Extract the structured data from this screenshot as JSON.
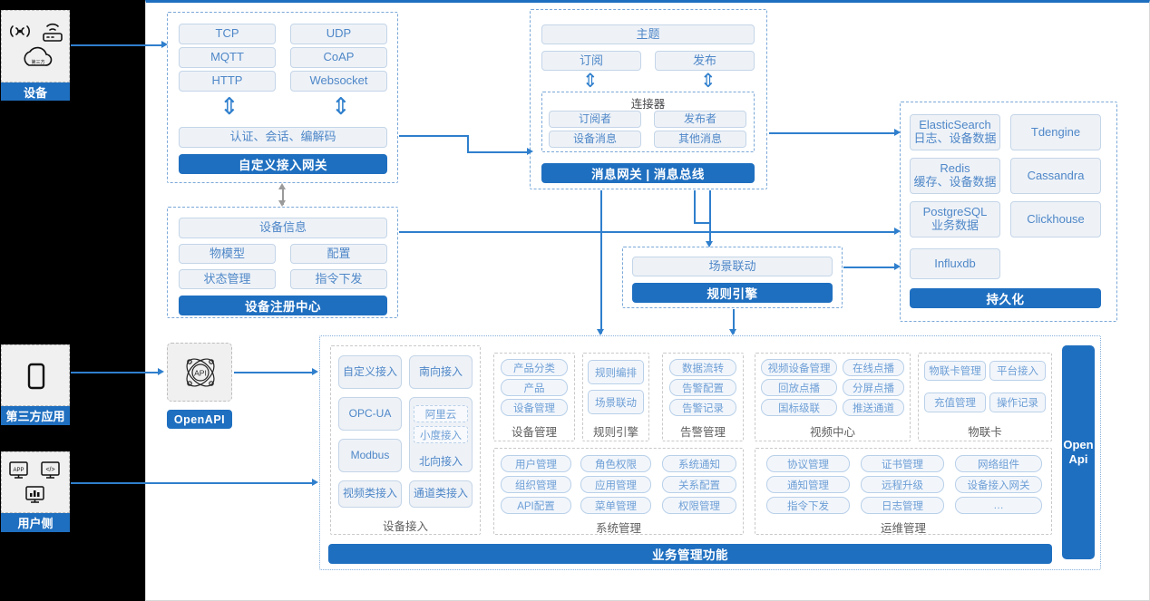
{
  "theme": {
    "accent": "#1f6fc0",
    "line": "#2f7fcd",
    "box_fill": "#eef2f7",
    "box_border": "#c4d5e8",
    "rail_bg": "#000000"
  },
  "rail": {
    "items": [
      {
        "label": "设备",
        "icons": [
          "wifi-signal-icon",
          "router-icon",
          "cloud-icon"
        ]
      },
      {
        "label": "第三方应用",
        "icons": [
          "mobile-phone-icon"
        ]
      },
      {
        "label": "用户侧",
        "icons": [
          "app-window-icon",
          "code-window-icon",
          "dashboard-window-icon"
        ]
      }
    ]
  },
  "gateway": {
    "protocols": [
      "TCP",
      "UDP",
      "MQTT",
      "CoAP",
      "HTTP",
      "Websocket"
    ],
    "middle": "认证、会话、编解码",
    "title": "自定义接入网关"
  },
  "message_bus": {
    "topic": "主题",
    "pubsub": [
      "订阅",
      "发布"
    ],
    "connector_title": "连接器",
    "connector_items": [
      "订阅者",
      "发布者",
      "设备消息",
      "其他消息"
    ],
    "title": "消息网关 | 消息总线"
  },
  "device_registry": {
    "info": "设备信息",
    "items": [
      "物模型",
      "配置",
      "状态管理",
      "指令下发"
    ],
    "title": "设备注册中心"
  },
  "rule_engine": {
    "item": "场景联动",
    "title": "规则引擎"
  },
  "persistence": {
    "stores": [
      {
        "name": "ElasticSearch",
        "sub": "日志、设备数据"
      },
      {
        "name": "Tdengine",
        "sub": ""
      },
      {
        "name": "Redis",
        "sub": "缓存、设备数据"
      },
      {
        "name": "Cassandra",
        "sub": ""
      },
      {
        "name": "PostgreSQL",
        "sub": "业务数据"
      },
      {
        "name": "Clickhouse",
        "sub": ""
      },
      {
        "name": "Influxdb",
        "sub": ""
      }
    ],
    "title": "持久化"
  },
  "openapi": {
    "icon": "api-atom-icon",
    "label": "OpenAPI"
  },
  "openapi_vertical": {
    "label": "Open\nApi"
  },
  "business": {
    "bottom_bar": "业务管理功能",
    "device_access": {
      "caption": "设备接入",
      "items": [
        "自定义接入",
        "南向接入",
        "OPC-UA",
        "Modbus",
        "视频类接入",
        "通道类接入"
      ],
      "northbound": {
        "label": "北向接入",
        "nested": [
          "阿里云",
          "小度接入"
        ]
      }
    },
    "groups": [
      {
        "caption": "设备管理",
        "items": [
          "产品分类",
          "产品",
          "设备管理"
        ]
      },
      {
        "caption": "规则引擎",
        "items": [
          "规则编排",
          "场景联动"
        ]
      },
      {
        "caption": "告警管理",
        "items": [
          "数据流转",
          "告警配置",
          "告警记录"
        ]
      },
      {
        "caption": "视频中心",
        "items": [
          "视频设备管理",
          "在线点播",
          "回放点播",
          "分屏点播",
          "国标级联",
          "推送通道"
        ]
      },
      {
        "caption": "物联卡",
        "items": [
          "物联卡管理",
          "平台接入",
          "充值管理",
          "操作记录"
        ]
      },
      {
        "caption": "系统管理",
        "items": [
          "用户管理",
          "角色权限",
          "系统通知",
          "组织管理",
          "应用管理",
          "关系配置",
          "API配置",
          "菜单管理",
          "权限管理"
        ]
      },
      {
        "caption": "运维管理",
        "items": [
          "协议管理",
          "证书管理",
          "网络组件",
          "通知管理",
          "远程升级",
          "设备接入网关",
          "指令下发",
          "日志管理",
          "…"
        ]
      }
    ]
  }
}
